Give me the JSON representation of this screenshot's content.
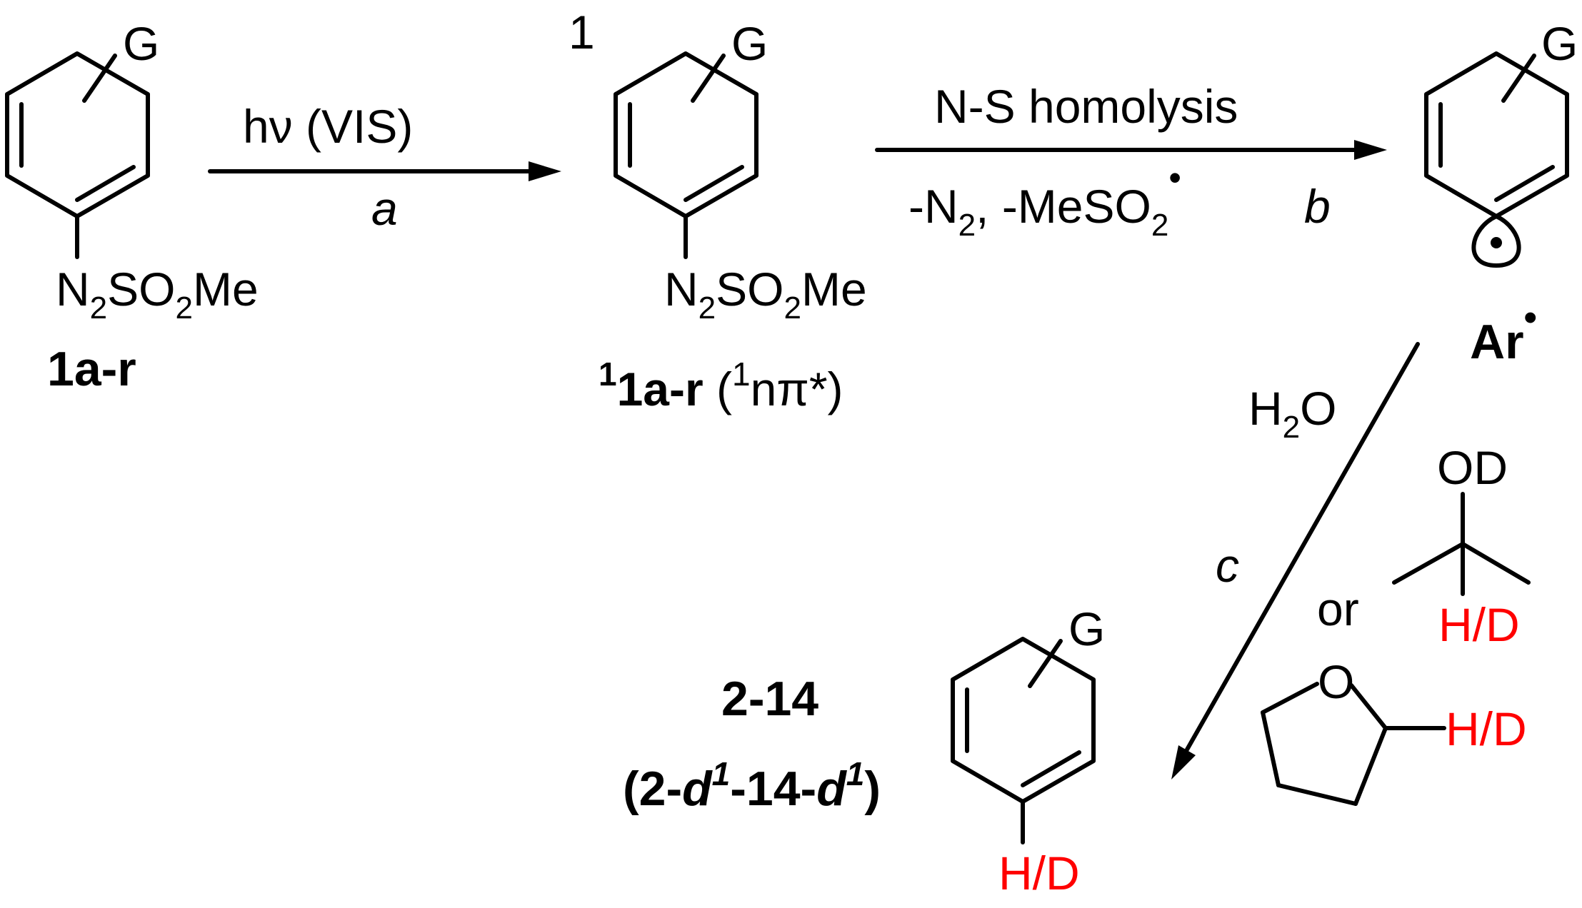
{
  "colors": {
    "ink": "#000000",
    "isotope_label": "#ff0000"
  },
  "substituent": "G",
  "start": {
    "group_n": "N",
    "sub2a": "2",
    "group_so": "SO",
    "sub2b": "2",
    "group_me": "Me",
    "label": "1a-r"
  },
  "excited": {
    "mult_top": "1",
    "group_n": "N",
    "sub2a": "2",
    "group_so": "SO",
    "sub2b": "2",
    "group_me": "Me",
    "label_sup": "1",
    "label": "1a-r",
    "state_open": " (",
    "state_sup": "1",
    "state_text": "nπ*)"
  },
  "step_a": {
    "condition": "hν (VIS)",
    "letter": "a"
  },
  "step_b": {
    "condition": "N-S homolysis",
    "loss_1": "-N",
    "loss_sub": "2",
    "loss_2": ", -MeSO",
    "loss_sub2": "2",
    "radical_dot": "•",
    "letter": "b"
  },
  "radical": {
    "label": "Ar",
    "dot": "•"
  },
  "step_c": {
    "letter": "c",
    "water": "H",
    "water_sub": "2",
    "water_o": "O",
    "alcohol_group": "OD",
    "alcohol_hd": "H/D",
    "or": "or",
    "thf_o": "O",
    "thf_hd": "H/D"
  },
  "product": {
    "label": "2-14",
    "label_d_open": "(2-",
    "d1": "d",
    "sup1": "1",
    "mid": "-14-",
    "d2": "d",
    "sup2": "1",
    "close": ")",
    "hd": "H/D"
  }
}
